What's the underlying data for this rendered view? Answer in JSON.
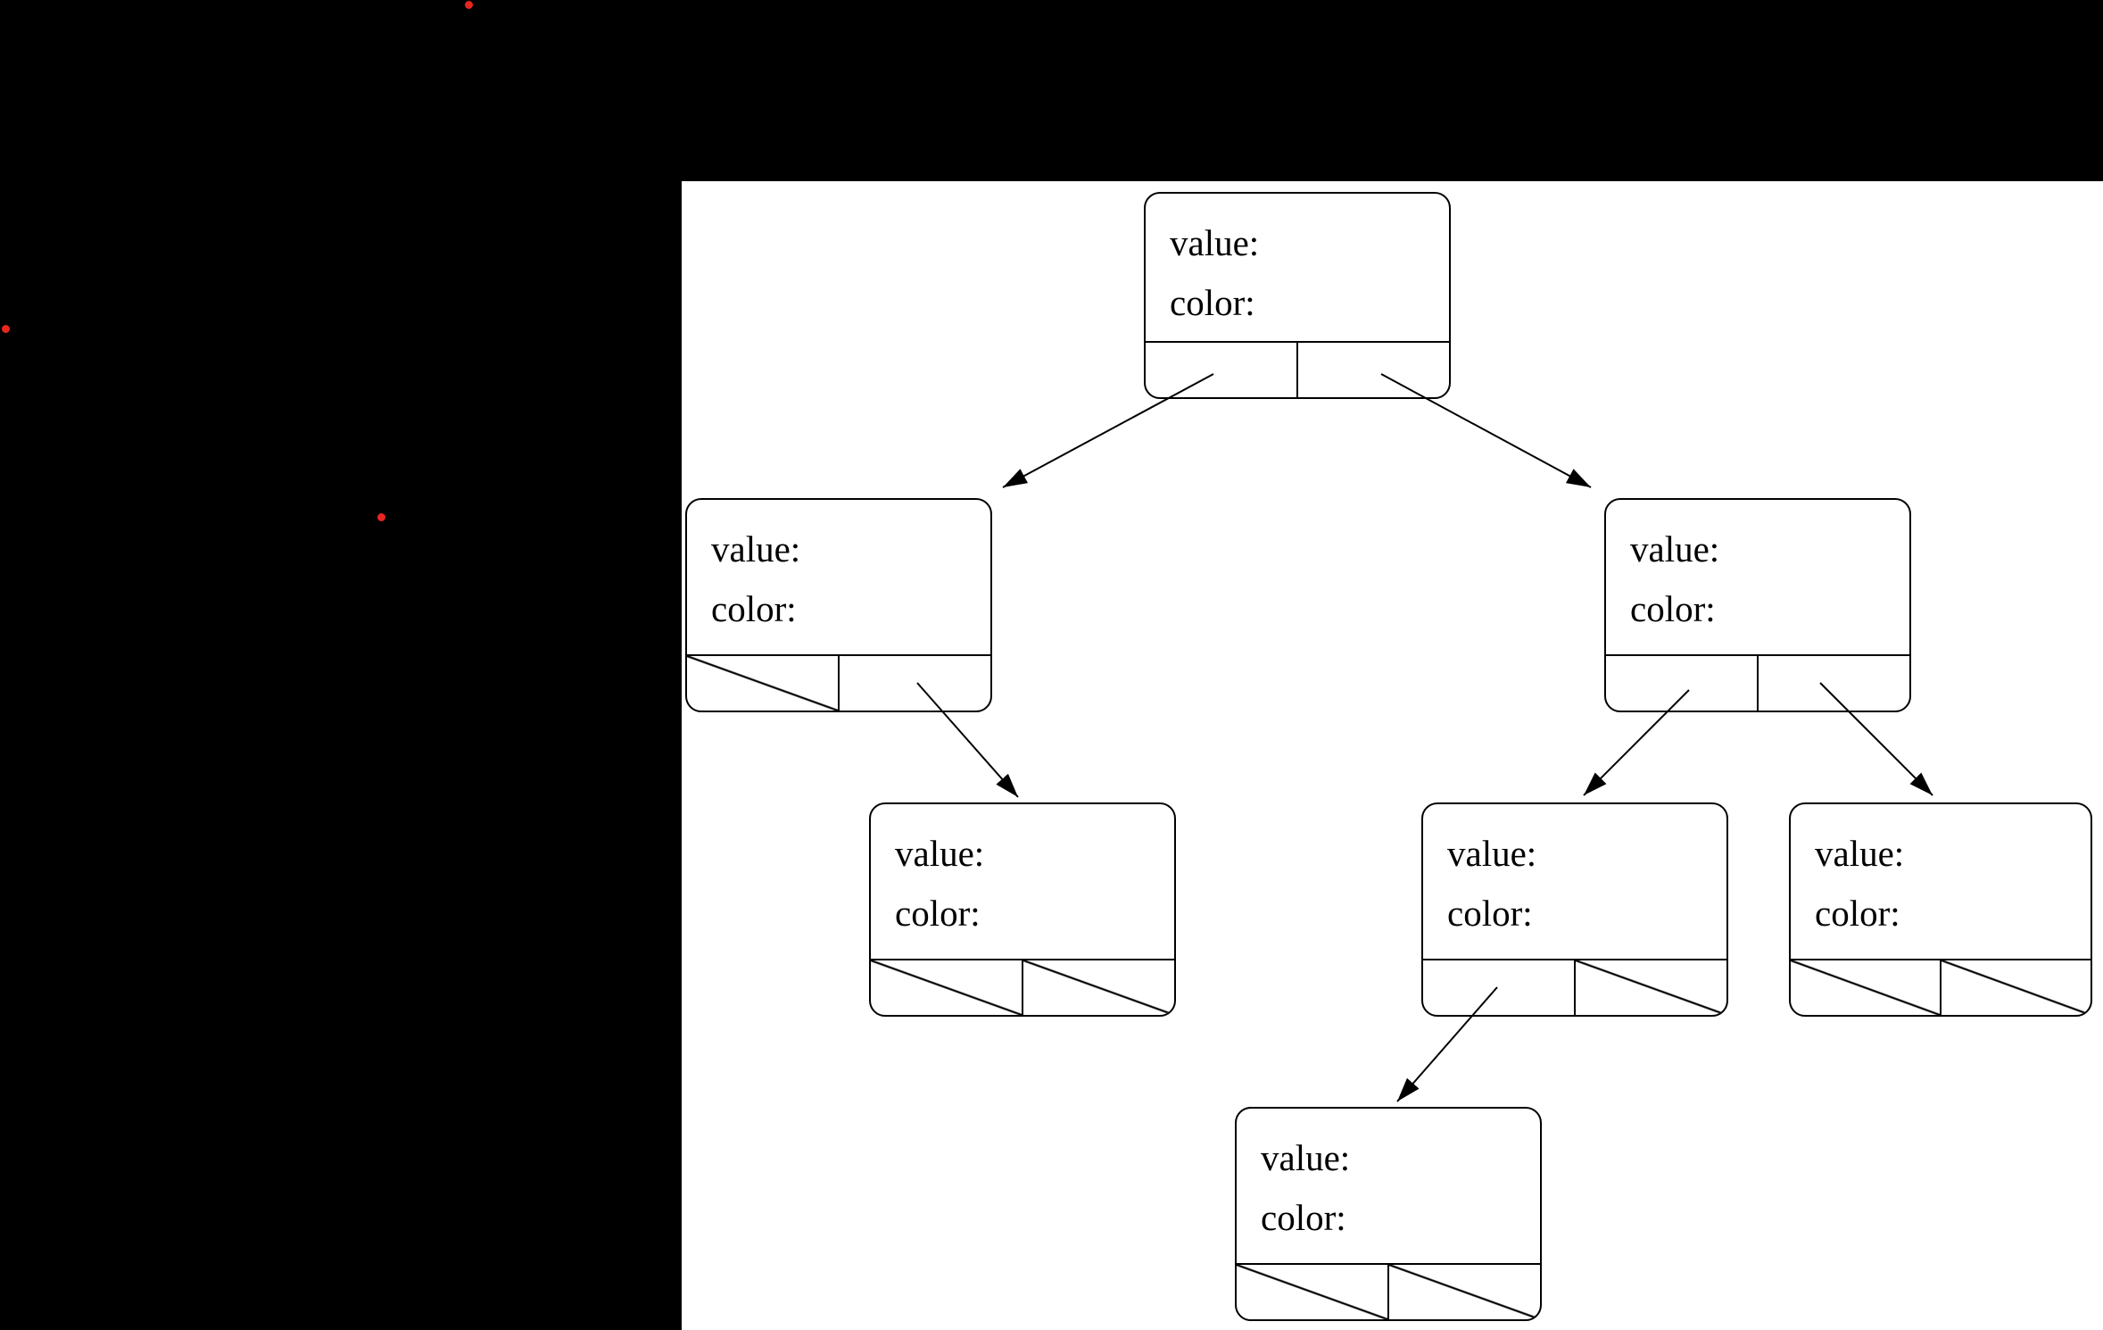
{
  "page": {
    "background_color": "#000000",
    "panel_background_color": "#ffffff",
    "line_color": "#000000",
    "dot_color": "#e8251f"
  },
  "decorations": {
    "red_dots_count": 3
  },
  "diagram": {
    "type": "binary-tree-node-structs",
    "nodes": [
      {
        "id": "root",
        "value_label": "value:",
        "color_label": "color:",
        "left_pointer": "child",
        "right_pointer": "child"
      },
      {
        "id": "left",
        "value_label": "value:",
        "color_label": "color:",
        "left_pointer": "null",
        "right_pointer": "child"
      },
      {
        "id": "right",
        "value_label": "value:",
        "color_label": "color:",
        "left_pointer": "child",
        "right_pointer": "child"
      },
      {
        "id": "left-right",
        "value_label": "value:",
        "color_label": "color:",
        "left_pointer": "null",
        "right_pointer": "null"
      },
      {
        "id": "right-left",
        "value_label": "value:",
        "color_label": "color:",
        "left_pointer": "child",
        "right_pointer": "null"
      },
      {
        "id": "right-right",
        "value_label": "value:",
        "color_label": "color:",
        "left_pointer": "null",
        "right_pointer": "null"
      },
      {
        "id": "right-left-left",
        "value_label": "value:",
        "color_label": "color:",
        "left_pointer": "null",
        "right_pointer": "null"
      }
    ],
    "edges": [
      {
        "from": "root.left",
        "to": "left"
      },
      {
        "from": "root.right",
        "to": "right"
      },
      {
        "from": "left.right",
        "to": "left-right"
      },
      {
        "from": "right.left",
        "to": "right-left"
      },
      {
        "from": "right.right",
        "to": "right-right"
      },
      {
        "from": "right-left.left",
        "to": "right-left-left"
      }
    ]
  }
}
